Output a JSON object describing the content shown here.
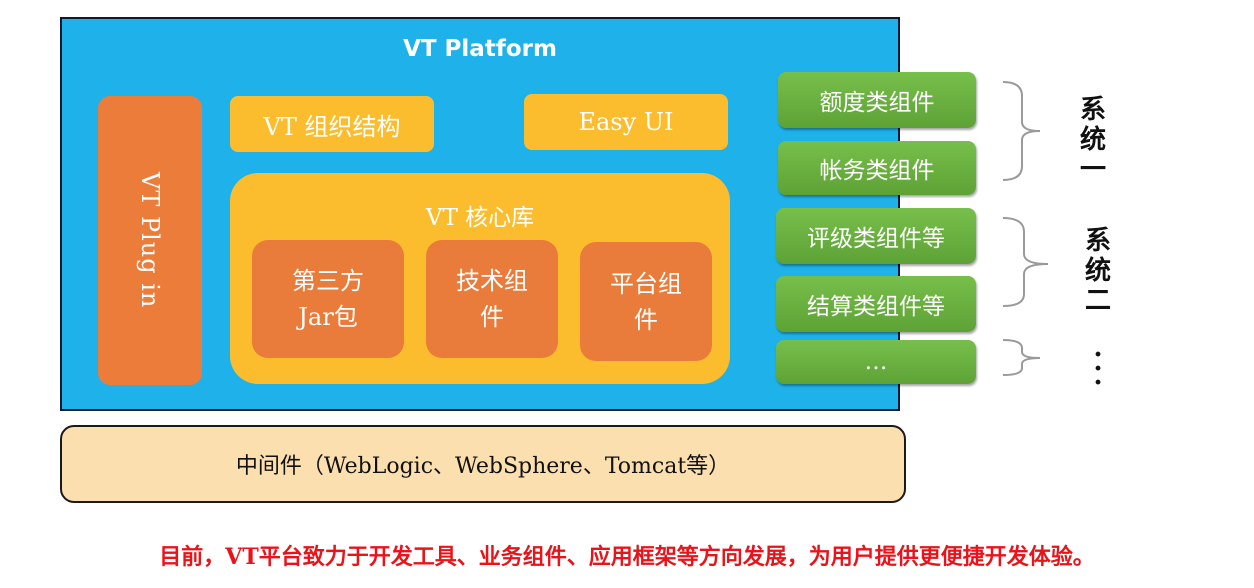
{
  "platform": {
    "title": "VT Platform",
    "plugin_label": "VT Plug in",
    "org_structure": "VT 组织结构",
    "easy_ui": "Easy UI",
    "core": {
      "title": "VT 核心库",
      "third_party_line1": "第三方",
      "third_party_line2": "Jar包",
      "tech_line1": "技术组",
      "tech_line2": "件",
      "platform_line1": "平台组",
      "platform_line2": "件"
    }
  },
  "middleware": "中间件（WebLogic、WebSphere、Tomcat等）",
  "components": [
    "额度类组件",
    "帐务类组件",
    "评级类组件等",
    "结算类组件等",
    "…"
  ],
  "systems": {
    "system1": [
      "系",
      "统",
      "一"
    ],
    "system2": [
      "系",
      "统",
      "二"
    ],
    "more": [
      "·",
      "·",
      "·"
    ]
  },
  "footer": "目前，VT平台致力于开发工具、业务组件、应用框架等方向发展，为用户提供更便捷开发体验。",
  "colors": {
    "platform_bg": "#1fb1ea",
    "plugin_orange": "#ec7c3a",
    "core_yellow": "#fbbd2e",
    "component_green": "#6aaf3f",
    "middleware_bg": "#fcdfaf",
    "footer_red": "#e8141a"
  }
}
